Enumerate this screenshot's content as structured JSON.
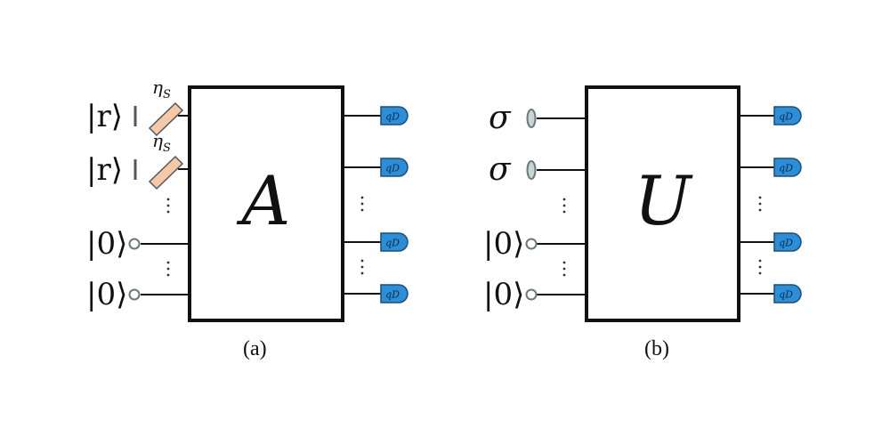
{
  "panel_a": {
    "inputs": [
      "|r⟩",
      "|r⟩",
      "|0⟩",
      "|0⟩"
    ],
    "beamsplitter_label": "η",
    "beamsplitter_sub": "S",
    "box_label": "A",
    "caption": "(a)"
  },
  "panel_b": {
    "inputs": [
      "σ",
      "σ",
      "|0⟩",
      "|0⟩"
    ],
    "box_label": "U",
    "caption": "(b)"
  },
  "detector_label": "qD",
  "colors": {
    "detector": "#2a8fd8",
    "beamsplitter": "#f4c9a8",
    "line": "#111111"
  }
}
